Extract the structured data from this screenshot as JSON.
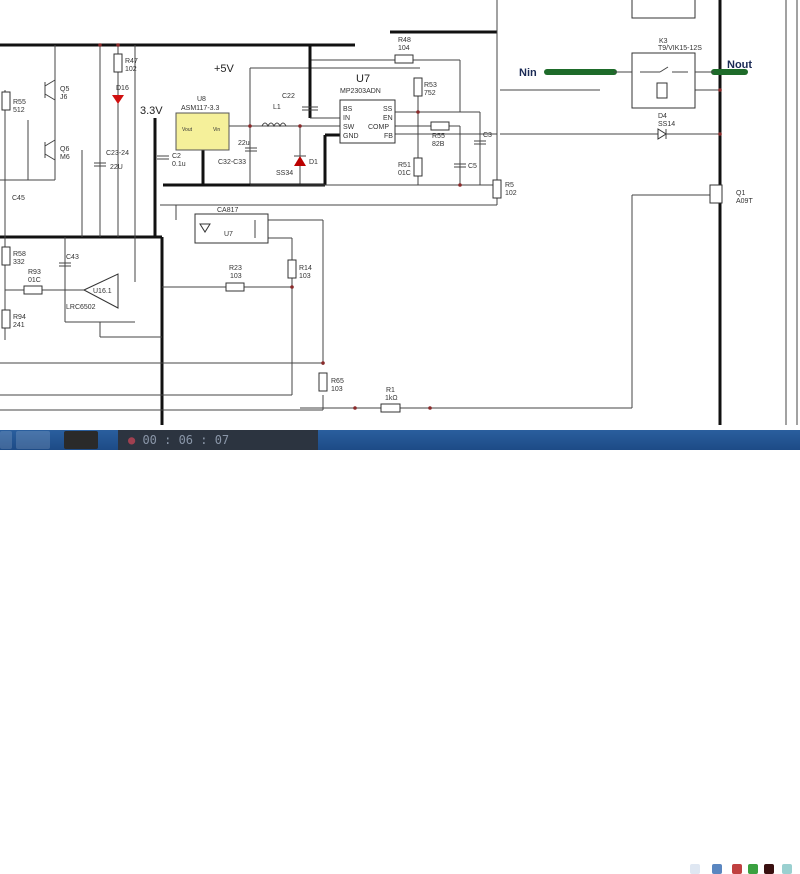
{
  "schematic": {
    "nets": {
      "plus5v": "+5V",
      "v33": "3.3V",
      "nin": "Nin",
      "nout": "Nout"
    },
    "components": {
      "r47": {
        "ref": "R47",
        "value": "102"
      },
      "d16": {
        "ref": "D16"
      },
      "r55": {
        "ref": "R55",
        "value": "512"
      },
      "q5": {
        "ref": "Q5",
        "value": "J6"
      },
      "q6": {
        "ref": "Q6",
        "value": "M6"
      },
      "c23": {
        "ref": "C23-24",
        "value": "22U"
      },
      "c45": {
        "ref": "C45"
      },
      "u8": {
        "ref": "U8",
        "value": "ASM117-3.3",
        "pin_in": "Vin",
        "pin_out": "Vout"
      },
      "c2": {
        "ref": "C2",
        "value": "0.1u"
      },
      "c32": {
        "ref": "C32-C33",
        "value": "22u"
      },
      "l1": {
        "ref": "L1"
      },
      "c22": {
        "ref": "C22"
      },
      "d1": {
        "ref": "D1",
        "value": "SS34"
      },
      "u7": {
        "ref": "U7",
        "value": "MP2303ADN",
        "pins": [
          "BS",
          "IN",
          "SW",
          "GND",
          "SS",
          "EN",
          "COMP",
          "FB"
        ]
      },
      "r48": {
        "ref": "R48",
        "value": "104"
      },
      "r53": {
        "ref": "R53",
        "value": "752"
      },
      "r55b": {
        "ref": "R55",
        "value": "82B"
      },
      "r51": {
        "ref": "R51",
        "value": "01C"
      },
      "c5": {
        "ref": "C5"
      },
      "c3": {
        "ref": "C3"
      },
      "r5": {
        "ref": "R5",
        "value": "102"
      },
      "k3": {
        "ref": "K3",
        "value": "T9/VIK15-12S"
      },
      "d4": {
        "ref": "D4",
        "value": "SS14"
      },
      "q1": {
        "ref": "Q1",
        "value": "A09T"
      },
      "opto": {
        "ref": "CA817",
        "sub": "U7"
      },
      "r58": {
        "ref": "R58",
        "value": "332"
      },
      "r93": {
        "ref": "R93",
        "value": "01C"
      },
      "r94": {
        "ref": "R94",
        "value": "241"
      },
      "c43": {
        "ref": "C43"
      },
      "u16": {
        "ref": "U16.1",
        "value": "LRC6502"
      },
      "r23": {
        "ref": "R23",
        "value": "103"
      },
      "r14": {
        "ref": "R14",
        "value": "103"
      },
      "r65": {
        "ref": "R65",
        "value": "103"
      },
      "r1": {
        "ref": "R1",
        "value": "1kΩ"
      }
    }
  },
  "recorder": {
    "timer": "00 : 06 : 07"
  }
}
